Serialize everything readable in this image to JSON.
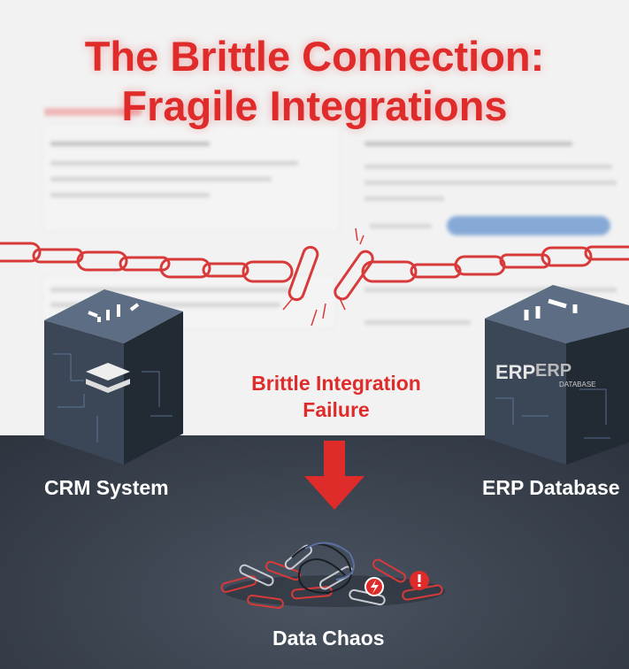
{
  "title": {
    "line1": "The Brittle Connection:",
    "line2": "Fragile Integrations"
  },
  "failure_label": {
    "line1": "Brittle Integration",
    "line2": "Failure"
  },
  "left_system": {
    "label": "CRM System"
  },
  "right_system": {
    "label": "ERP Database",
    "cube_text": "ERP",
    "cube_subtext": "DATABASE"
  },
  "outcome": {
    "label": "Data Chaos"
  },
  "colors": {
    "accent": "#e02b2b",
    "dark_bg": "#353c47",
    "cube": "#3c4757"
  }
}
